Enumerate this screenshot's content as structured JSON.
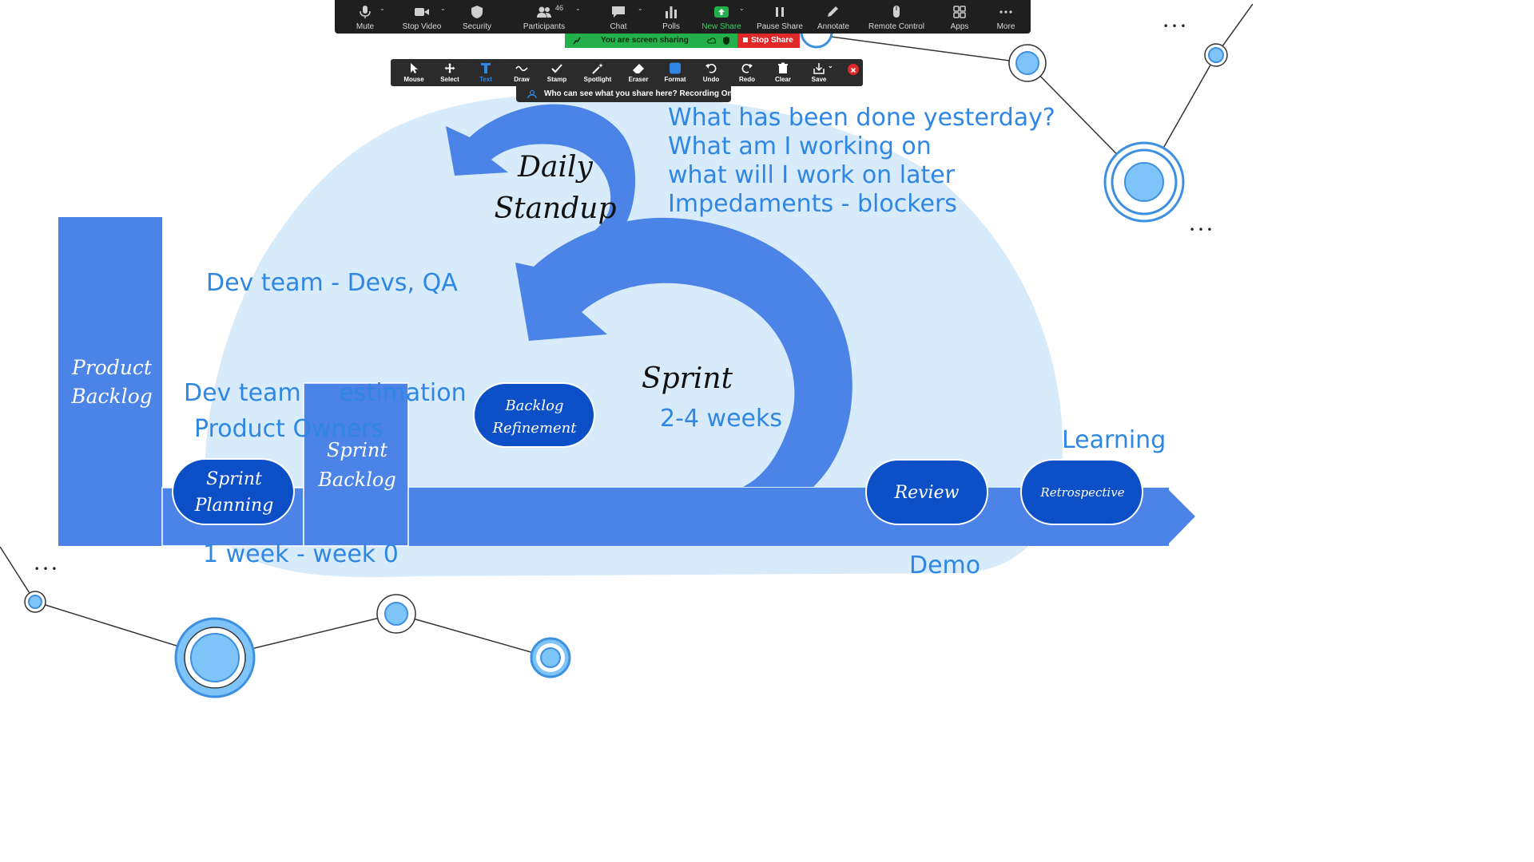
{
  "zoom_toolbar": {
    "items": [
      {
        "label": "Mute",
        "icon": "microphone-icon"
      },
      {
        "label": "Stop Video",
        "icon": "video-camera-icon"
      },
      {
        "label": "Security",
        "icon": "shield-icon"
      },
      {
        "label": "Participants",
        "icon": "participants-icon",
        "count": "46"
      },
      {
        "label": "Chat",
        "icon": "chat-bubble-icon"
      },
      {
        "label": "Polls",
        "icon": "bar-chart-icon"
      },
      {
        "label": "New Share",
        "icon": "share-arrow-up-icon"
      },
      {
        "label": "Pause Share",
        "icon": "pause-icon"
      },
      {
        "label": "Annotate",
        "icon": "pencil-icon"
      },
      {
        "label": "Remote Control",
        "icon": "mouse-icon"
      },
      {
        "label": "Apps",
        "icon": "apps-icon"
      },
      {
        "label": "More",
        "icon": "ellipsis-icon"
      }
    ],
    "share_status": "You are screen sharing",
    "stop_share": "Stop Share"
  },
  "annotation_toolbar": {
    "items": [
      {
        "label": "Mouse",
        "icon": "cursor-arrow-icon"
      },
      {
        "label": "Select",
        "icon": "move-arrows-icon"
      },
      {
        "label": "Text",
        "icon": "text-t-icon"
      },
      {
        "label": "Draw",
        "icon": "squiggle-icon"
      },
      {
        "label": "Stamp",
        "icon": "checkmark-icon"
      },
      {
        "label": "Spotlight",
        "icon": "magic-wand-icon"
      },
      {
        "label": "Eraser",
        "icon": "eraser-icon"
      },
      {
        "label": "Format",
        "icon": "color-square-icon"
      },
      {
        "label": "Undo",
        "icon": "undo-icon"
      },
      {
        "label": "Redo",
        "icon": "redo-icon"
      },
      {
        "label": "Clear",
        "icon": "trash-icon"
      },
      {
        "label": "Save",
        "icon": "save-download-icon"
      }
    ],
    "who_can_see": "Who can see what you share here? Recording On"
  },
  "diagram": {
    "product_backlog": [
      "Product",
      "Backlog"
    ],
    "sprint_planning": [
      "Sprint",
      "Planning"
    ],
    "sprint_backlog": [
      "Sprint",
      "Backlog"
    ],
    "backlog_refinement": [
      "Backlog",
      "Refinement"
    ],
    "daily_standup": [
      "Daily",
      "Standup"
    ],
    "sprint": "Sprint",
    "review": "Review",
    "retrospective": "Retrospective"
  },
  "annotations": {
    "standup_questions": [
      "What has been done yesterday?",
      "What am I working on",
      "what will I work on later",
      "Impedaments - blockers"
    ],
    "dev_team_devs_qa": "Dev team - Devs, QA",
    "dev_team_estimation": "Dev team     estimation",
    "product_owners": "Product Owners",
    "one_week": "1 week - week 0",
    "sprint_length": "2-4 weeks",
    "learning": "Learning",
    "demo": "Demo"
  },
  "colors": {
    "accent_blue": "#4b83e6",
    "dark_blue": "#0d4fc7",
    "light_blob": "#d7ebfb",
    "annotation_text": "#2f86e3",
    "node_fill": "#7fc4f8",
    "node_ring": "#3d8fe0",
    "zoom_green": "#23b04a",
    "zoom_red": "#e02828"
  },
  "decoration": {
    "more_dots": "• • •"
  }
}
